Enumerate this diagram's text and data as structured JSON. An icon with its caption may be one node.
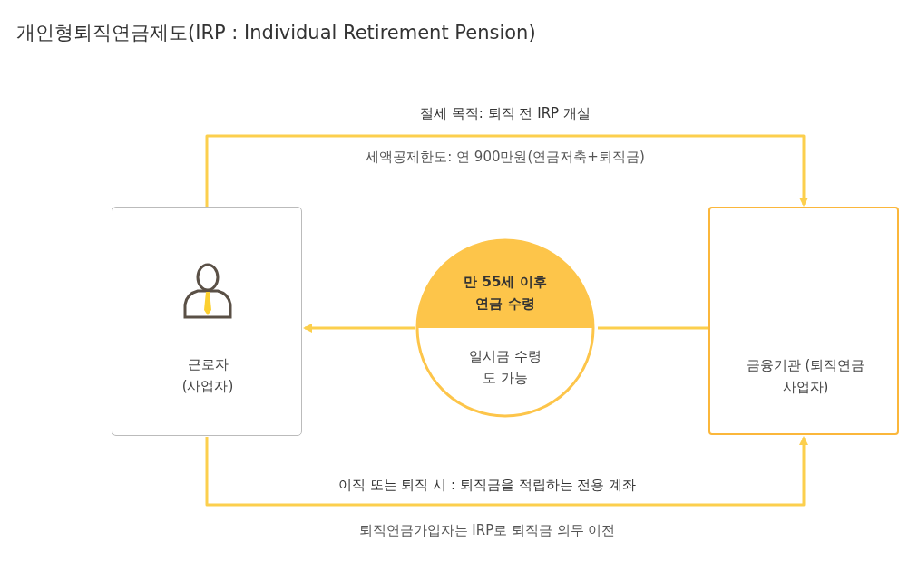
{
  "diagram": {
    "title": "개인형퇴직연금제도(IRP : Individual Retirement Pension)",
    "nodes": [
      {
        "text": [
          "근로자 (사업자)"
        ]
      },
      {
        "text": [
          "만 55세 이후 연금 수령",
          "일시금 수령도 가능"
        ]
      },
      {
        "text": [
          "금융기관 (퇴직연금사업자)"
        ]
      }
    ],
    "edges": [
      {
        "from": 0,
        "to": 2,
        "arrow": "to",
        "label": "절세 목적: 퇴직 전 IRP 개설"
      },
      {
        "from": 2,
        "to": 1,
        "arrow": "none"
      },
      {
        "from": 1,
        "to": 0,
        "arrow": "to"
      },
      {
        "from": 0,
        "to": 2,
        "arrow": "to",
        "label": "이직 또는 퇴직 시 : 퇴직금을 적립하는 전용 계좌"
      }
    ],
    "labels": [
      "세액공제한도: 연 900만원(연금저축+퇴직금)",
      "퇴직연금가입자는 IRP로 퇴직금 의무 이전"
    ]
  }
}
